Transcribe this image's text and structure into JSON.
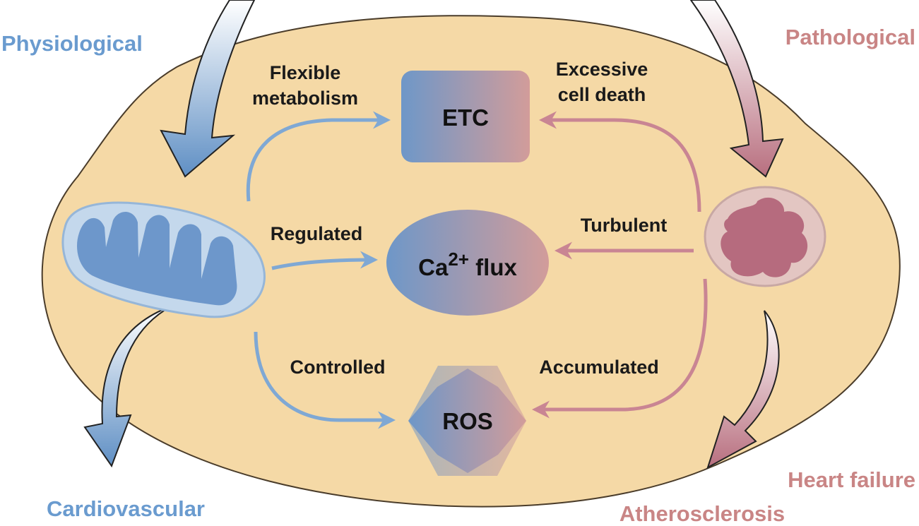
{
  "outer": {
    "physiological": "Physiological",
    "pathological": "Pathological",
    "cardiovascular": "Cardiovascular",
    "heart_failure": "Heart failure",
    "atherosclerosis": "Atherosclerosis"
  },
  "nodes": {
    "etc": "ETC",
    "ca_prefix": "Ca",
    "ca_sup": "2+",
    "ca_suffix": " flux",
    "ros": "ROS"
  },
  "physiological_labels": {
    "flexible_line1": "Flexible",
    "flexible_line2": "metabolism",
    "regulated": "Regulated",
    "controlled": "Controlled"
  },
  "pathological_labels": {
    "excessive_line1": "Excessive",
    "excessive_line2": "cell death",
    "turbulent": "Turbulent",
    "accumulated": "Accumulated"
  },
  "colors": {
    "cell": "#f5d9a6",
    "blue": "#6a9bcf",
    "red": "#c98585"
  }
}
